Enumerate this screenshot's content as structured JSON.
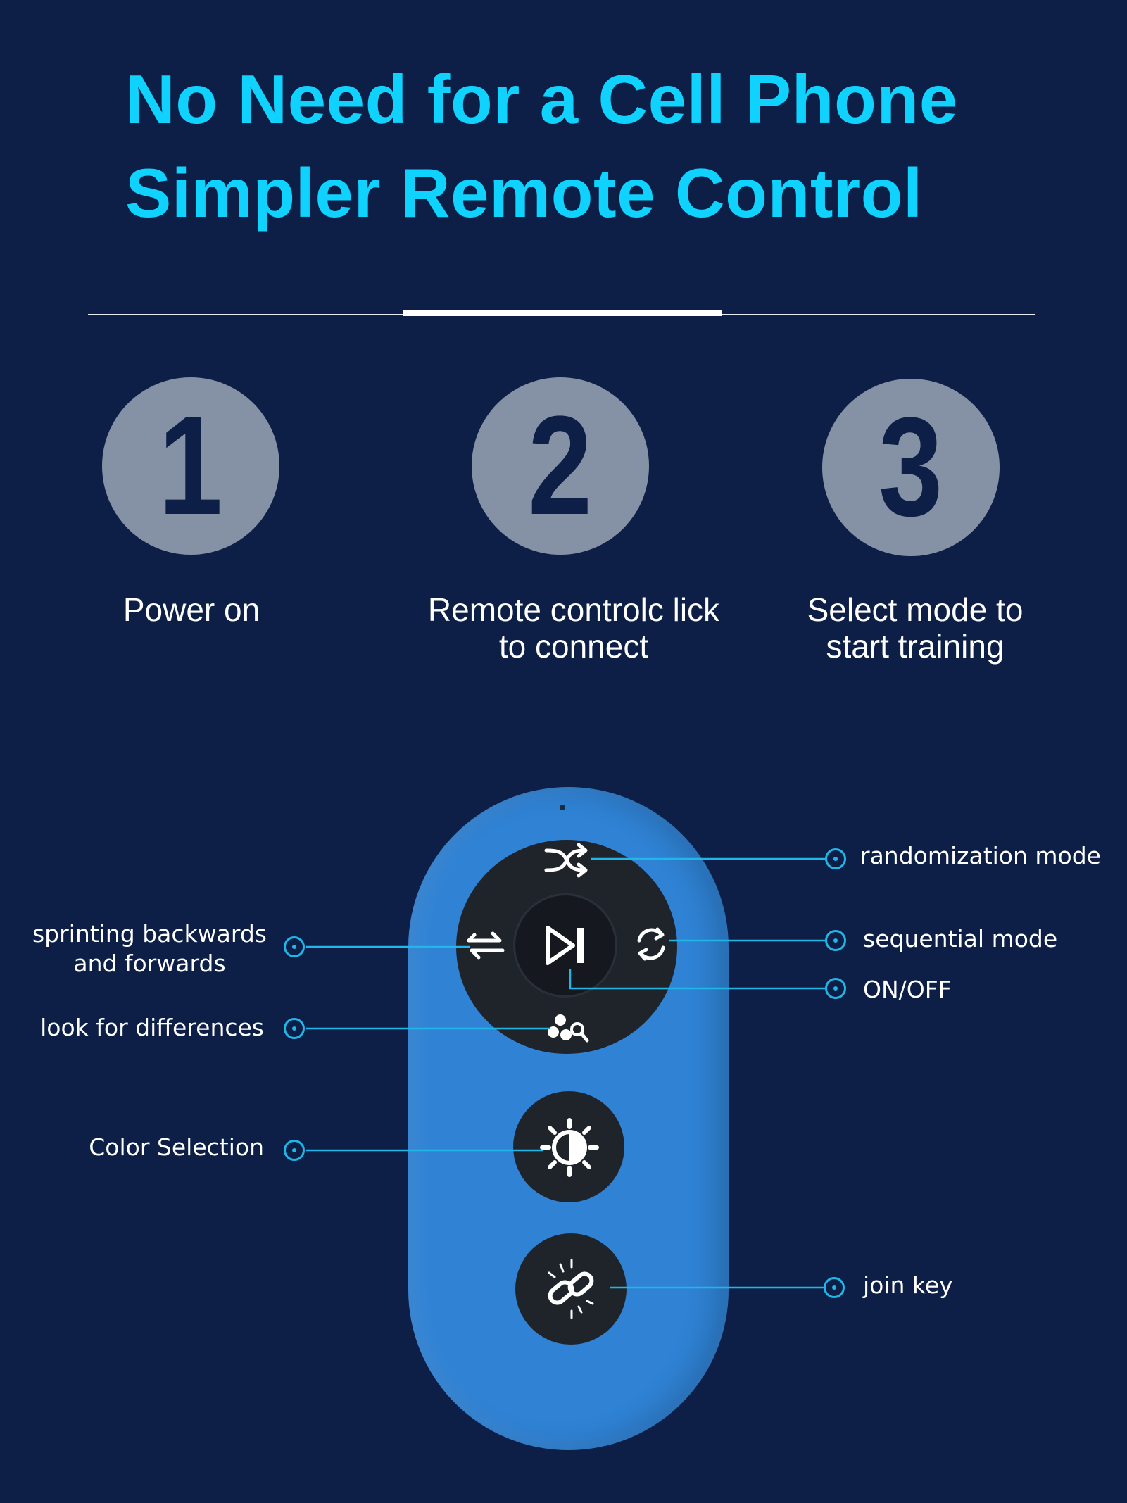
{
  "headline": {
    "line1": "No Need for a Cell Phone",
    "line2": "Simpler Remote Control"
  },
  "steps": [
    {
      "number": "1",
      "text": "Power on"
    },
    {
      "number": "2",
      "text": "Remote controlc lick to connect"
    },
    {
      "number": "3",
      "text": "Select mode to start training"
    }
  ],
  "callouts": {
    "randomization": "randomization mode",
    "sprinting_line1": "sprinting backwards",
    "sprinting_line2": "and forwards",
    "sequential": "sequential mode",
    "onoff": "ON/OFF",
    "differences": "look for differences",
    "color": "Color Selection",
    "join": "join key"
  },
  "colors": {
    "background": "#0d1f47",
    "headline": "#0fd2ff",
    "step_circle": "#8592a6",
    "remote_body": "#2f82d4",
    "callout_line": "#1fb7e8"
  },
  "icons": [
    "shuffle-icon",
    "swap-arrows-icon",
    "play-pause-icon",
    "refresh-icon",
    "dots-search-icon",
    "brightness-icon",
    "link-icon"
  ]
}
